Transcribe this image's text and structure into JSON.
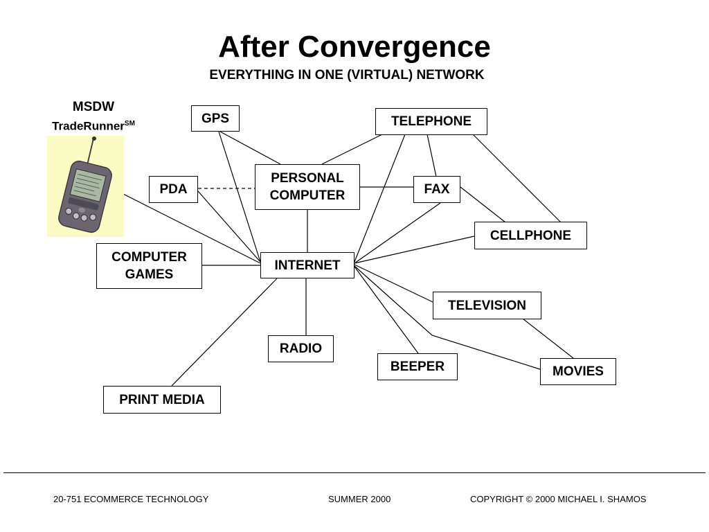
{
  "slide": {
    "title": "After Convergence",
    "subtitle": "EVERYTHING IN ONE (VIRTUAL) NETWORK"
  },
  "device": {
    "caption_line1": "MSDW",
    "caption_line2": "TradeRunner",
    "caption_sup": "SM"
  },
  "nodes": {
    "gps": "GPS",
    "telephone": "TELEPHONE",
    "pda": "PDA",
    "personal_computer": "PERSONAL\nCOMPUTER",
    "fax": "FAX",
    "cellphone": "CELLPHONE",
    "computer_games": "COMPUTER\nGAMES",
    "internet": "INTERNET",
    "television": "TELEVISION",
    "radio": "RADIO",
    "beeper": "BEEPER",
    "movies": "MOVIES",
    "print_media": "PRINT MEDIA"
  },
  "footer": {
    "course": "20-751 ECOMMERCE TECHNOLOGY",
    "term": "SUMMER 2000",
    "copyright": "COPYRIGHT © 2000 MICHAEL I. SHAMOS"
  },
  "colors": {
    "device_background": "#fbfbc4",
    "device_body": "#6a6570"
  }
}
